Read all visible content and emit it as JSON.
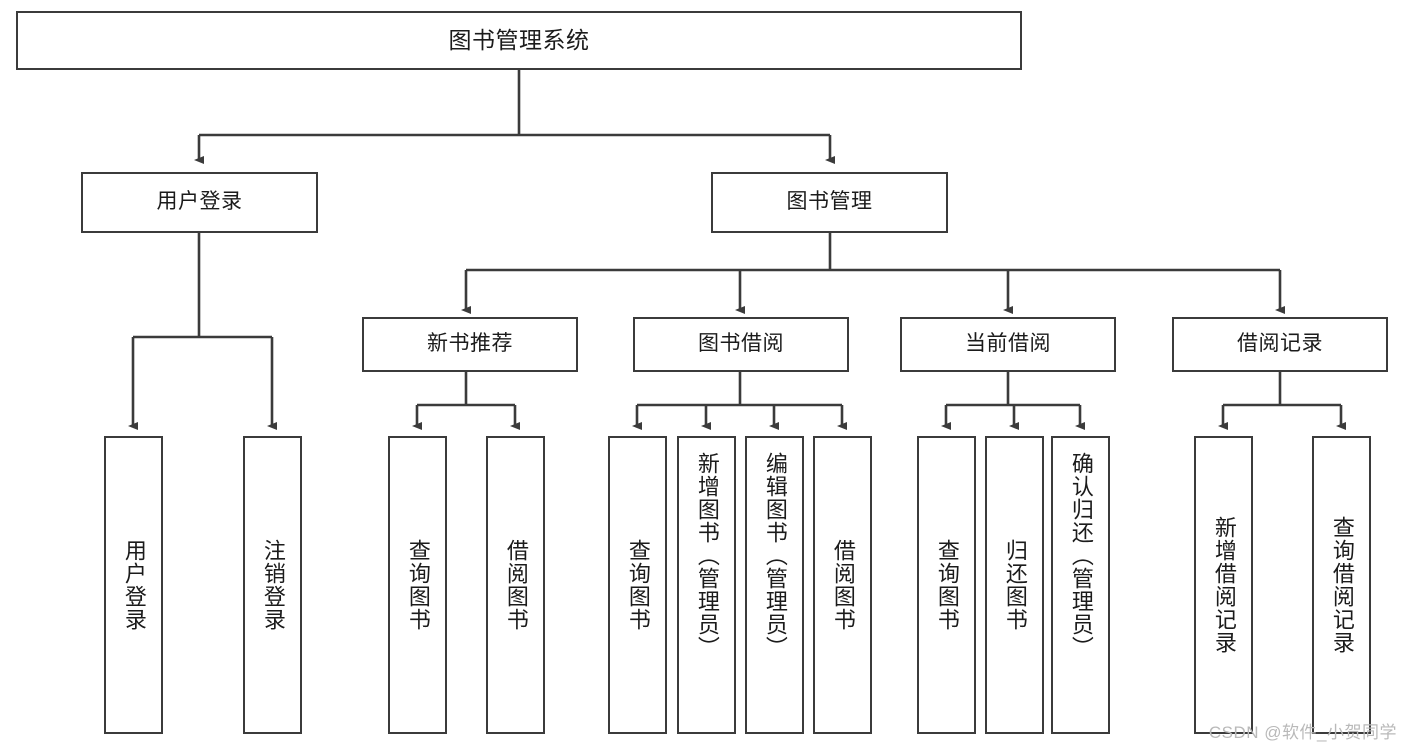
{
  "diagram": {
    "type": "tree-hierarchy-chart",
    "title": "图书管理系统",
    "stroke_color": "#3b3b3b",
    "background_color": "#ffffff",
    "root": {
      "label": "图书管理系统"
    },
    "level1": [
      {
        "label": "用户登录"
      },
      {
        "label": "图书管理"
      }
    ],
    "level2": [
      {
        "label": "新书推荐"
      },
      {
        "label": "图书借阅"
      },
      {
        "label": "当前借阅"
      },
      {
        "label": "借阅记录"
      }
    ],
    "leaves": {
      "user_login": [
        {
          "label": "用户登录"
        },
        {
          "label": "注销登录"
        }
      ],
      "new_book_recommend": [
        {
          "label": "查询图书"
        },
        {
          "label": "借阅图书"
        }
      ],
      "book_borrow": [
        {
          "label": "查询图书"
        },
        {
          "label": "新增图书（管理员）"
        },
        {
          "label": "编辑图书（管理员）"
        },
        {
          "label": "借阅图书"
        }
      ],
      "current_borrow": [
        {
          "label": "查询图书"
        },
        {
          "label": "归还图书"
        },
        {
          "label": "确认归还（管理员）"
        }
      ],
      "borrow_record": [
        {
          "label": "新增借阅记录"
        },
        {
          "label": "查询借阅记录"
        }
      ]
    }
  },
  "watermark": {
    "text": "CSDN @软件_小贺同学",
    "color": "#b9b9b9"
  }
}
